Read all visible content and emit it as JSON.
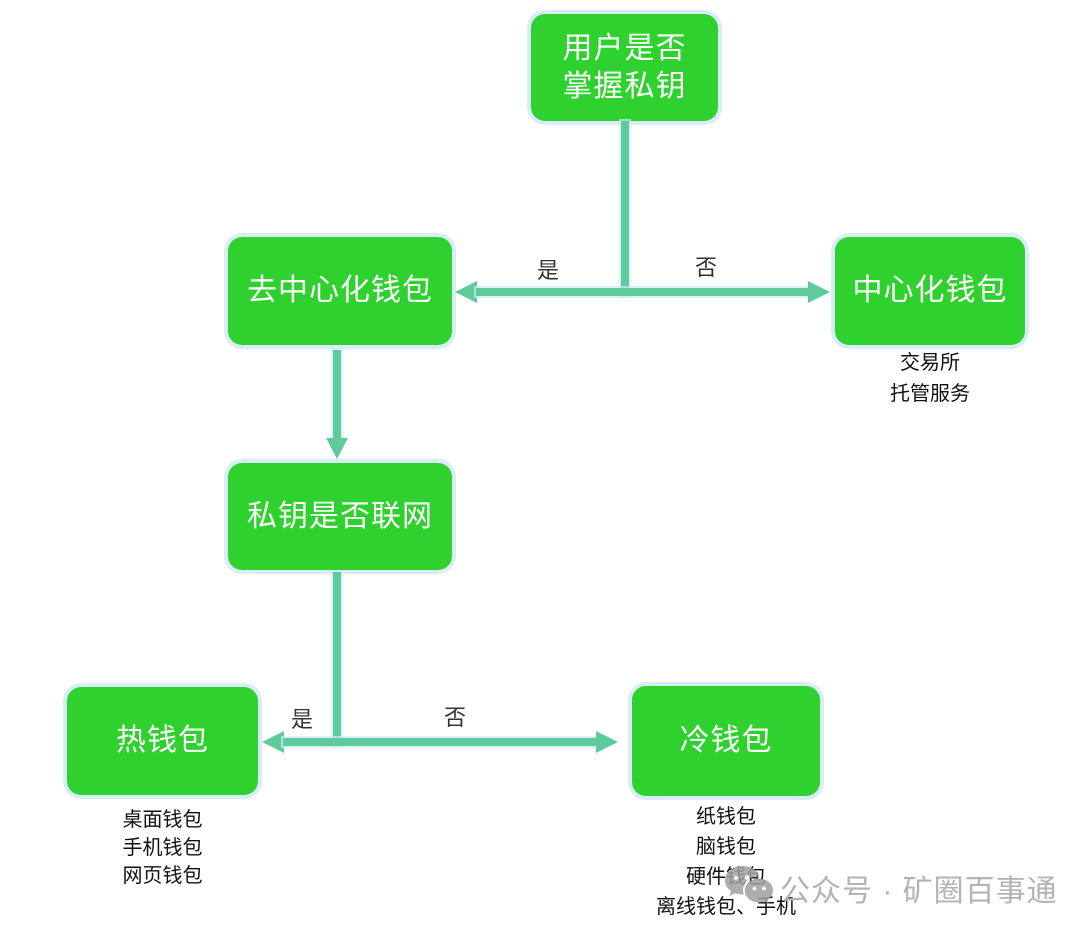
{
  "nodes": {
    "root": {
      "line1": "用户是否",
      "line2": "掌握私钥"
    },
    "decentralized": {
      "label": "去中心化钱包"
    },
    "centralized": {
      "label": "中心化钱包"
    },
    "pk_online": {
      "label": "私钥是否联网"
    },
    "hot_wallet": {
      "label": "热钱包"
    },
    "cold_wallet": {
      "label": "冷钱包"
    }
  },
  "edge_labels": {
    "top_yes": "是",
    "top_no": "否",
    "bottom_yes": "是",
    "bottom_no": "否"
  },
  "annotations": {
    "centralized": [
      "交易所",
      "托管服务"
    ],
    "hot_wallet": [
      "桌面钱包",
      "手机钱包",
      "网页钱包"
    ],
    "cold_wallet": [
      "纸钱包",
      "脑钱包",
      "硬件钱包",
      "离线钱包、手机"
    ]
  },
  "watermark": {
    "icon": "wechat-icon",
    "text": "公众号 · 矿圈百事通"
  },
  "colors": {
    "node_fill": "#2fd12f",
    "arrow": "#5fcb9d",
    "glow": "#d9edf8",
    "node_text": "#ffffff",
    "label_text": "#333333",
    "annotation_text": "#111111",
    "watermark": "#b3b3b3"
  }
}
